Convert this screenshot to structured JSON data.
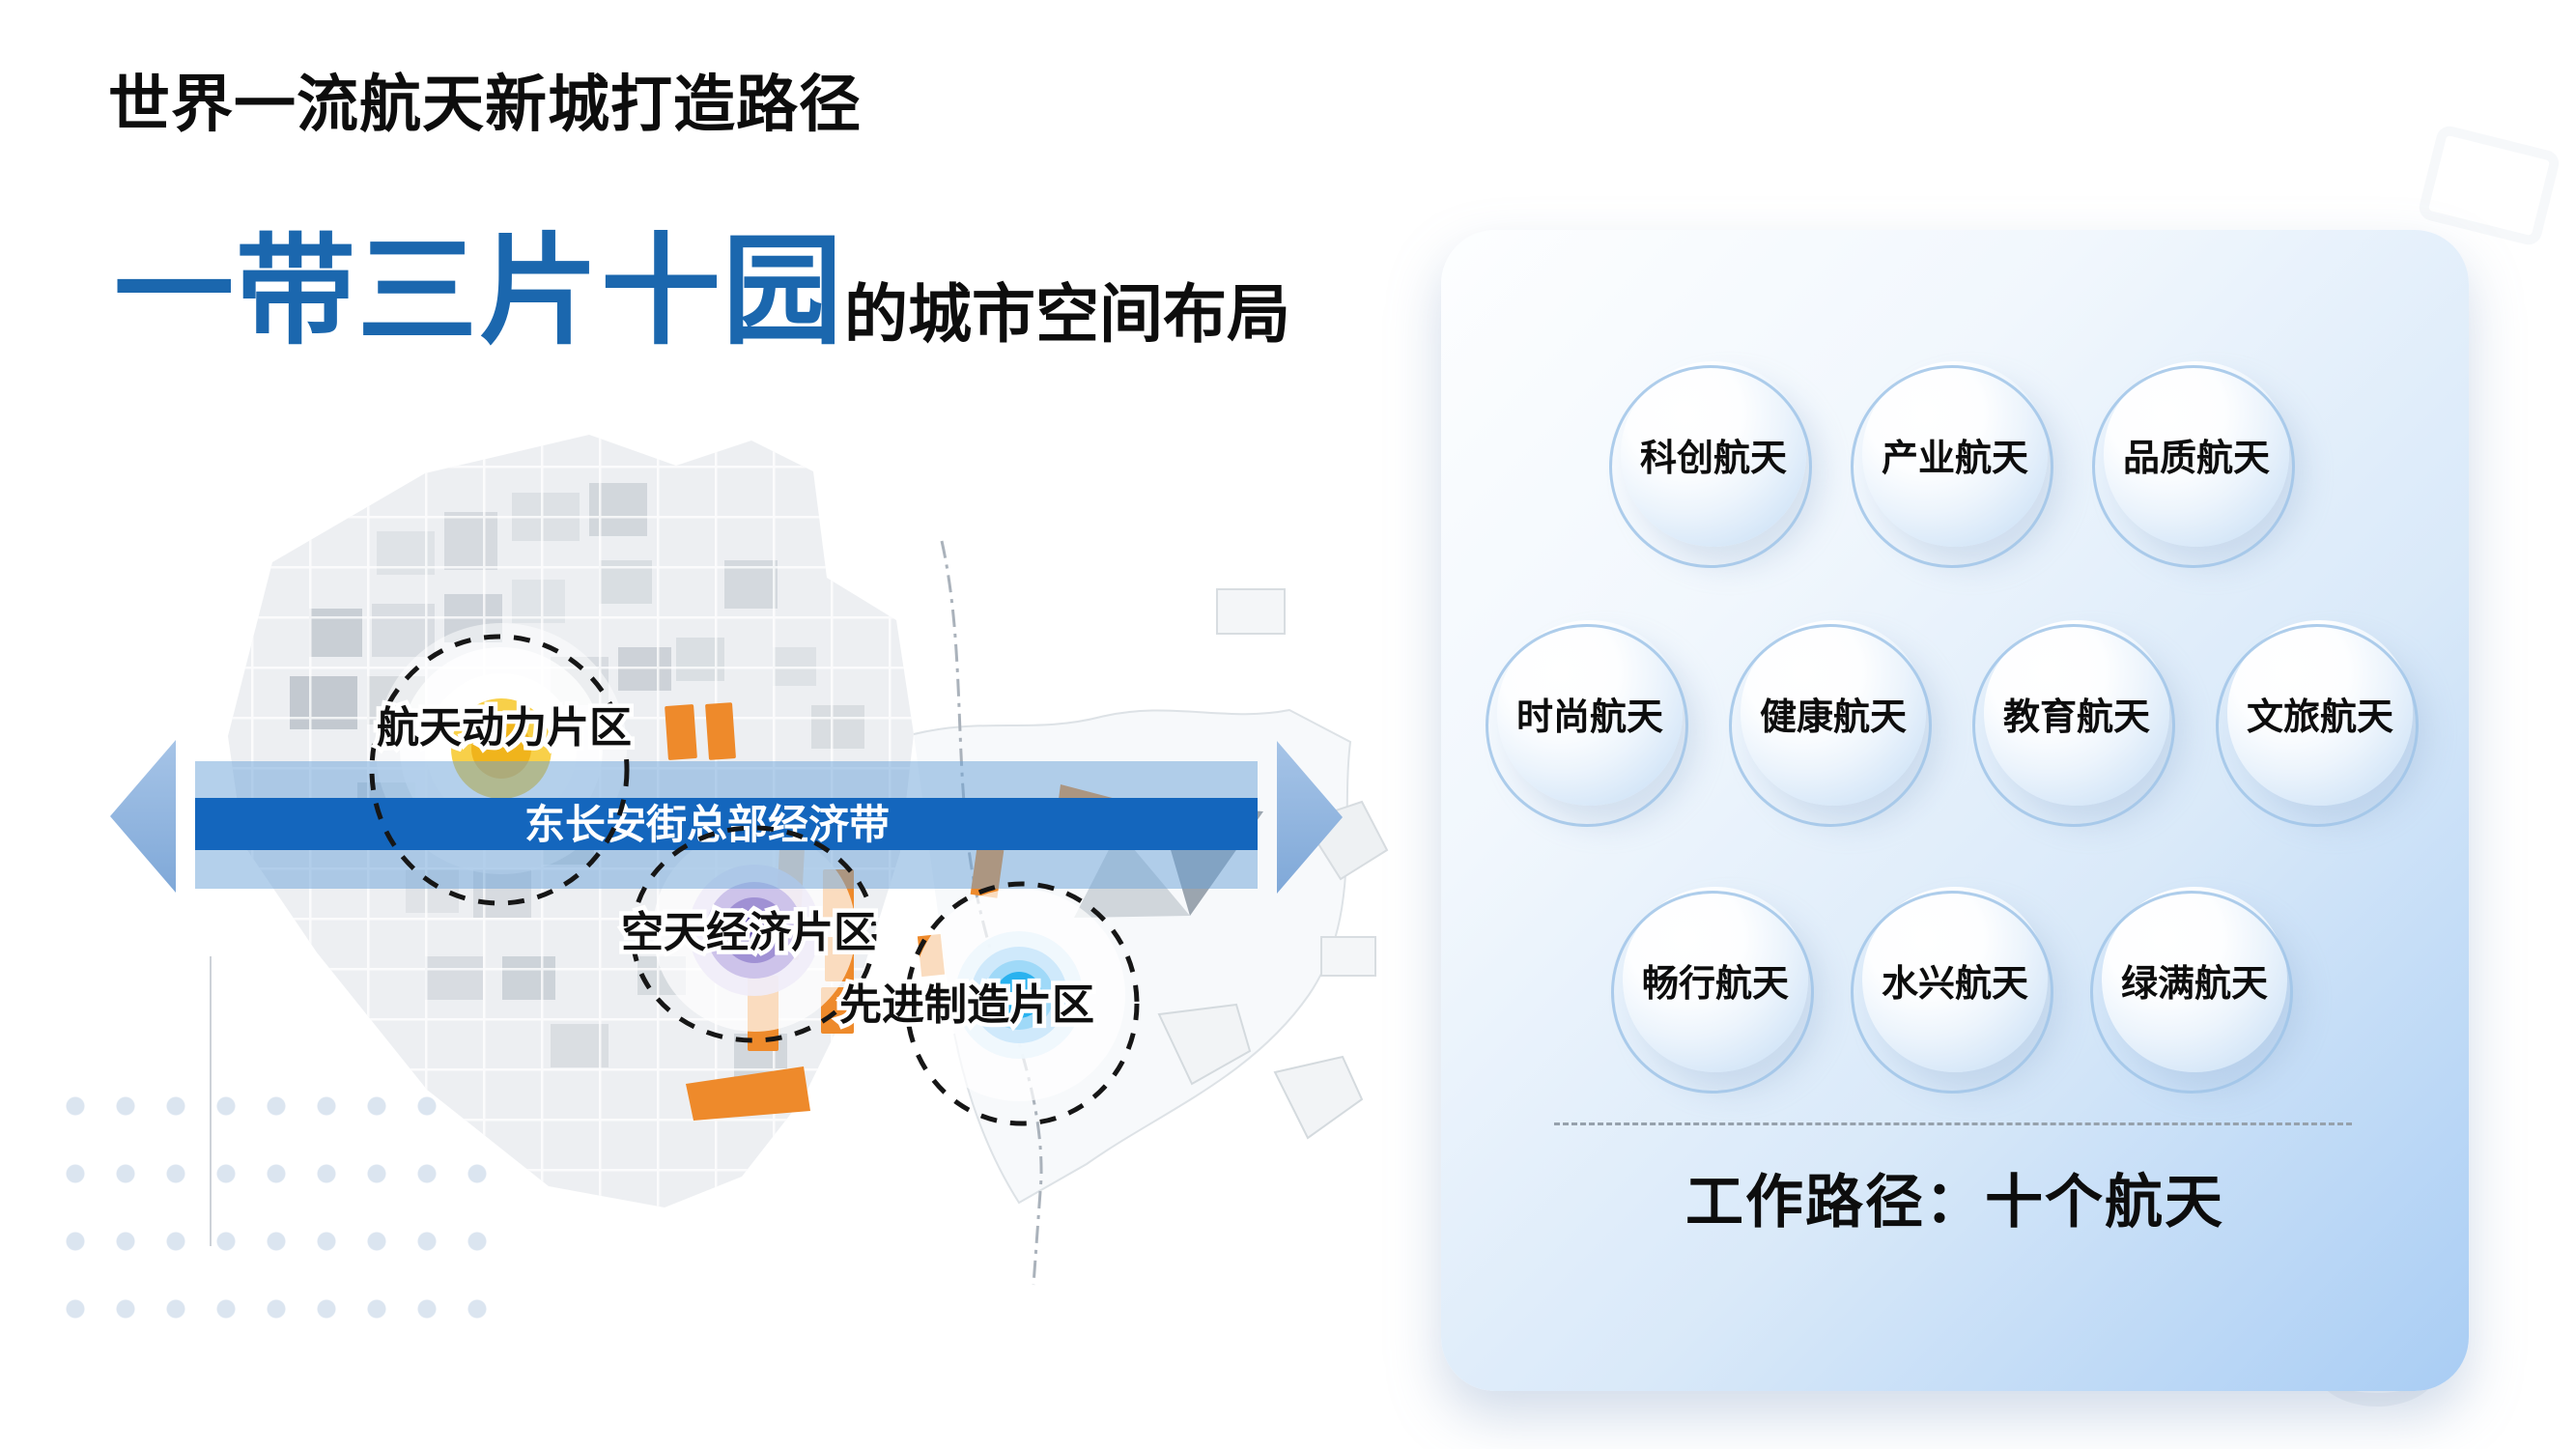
{
  "slide": {
    "kicker": "世界一流航天新城打造路径",
    "headline": {
      "highlight": "一带三片十园",
      "rest": "的城市空间布局"
    }
  },
  "map": {
    "belt_label": "东长安街总部经济带",
    "districts": [
      {
        "label": "航天动力片区",
        "color": "#f0b41c"
      },
      {
        "label": "空天经济片区",
        "color": "#6a58b4"
      },
      {
        "label": "先进制造片区",
        "color": "#29b2ef"
      }
    ]
  },
  "panel": {
    "rows": [
      [
        "科创航天",
        "产业航天",
        "品质航天"
      ],
      [
        "时尚航天",
        "健康航天",
        "教育航天",
        "文旅航天"
      ],
      [
        "畅行航天",
        "水兴航天",
        "绿满航天"
      ]
    ],
    "caption": "工作路径：十个航天"
  },
  "colors": {
    "headline_blue": "#1b67ae",
    "belt_blue": "#1466bd",
    "belt_overlay": "#6aa1d8",
    "arrow_blue": "#8fb3de",
    "orange": "#ee8a2b",
    "yellow_core": "#f0b41c",
    "purple_core": "#6a58b4",
    "cyan_core": "#29b2ef",
    "panel_gradient_end": "#a9cdf4",
    "dot_grid": "#dbe5f0"
  }
}
